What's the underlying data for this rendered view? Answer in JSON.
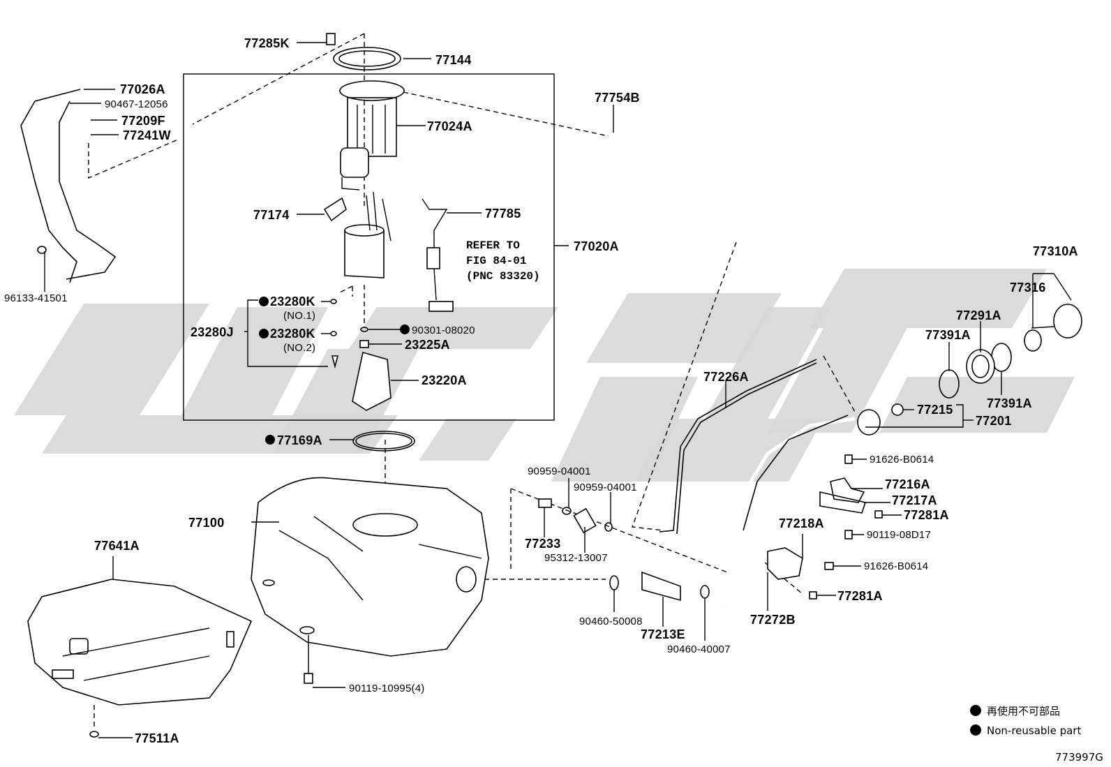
{
  "diagram_id": "773997G",
  "legend": {
    "line1": "再使用不可部品",
    "line2": "Non-reusable part"
  },
  "parts": {
    "p77285K": "77285K",
    "p77144": "77144",
    "p77026A": "77026A",
    "p90467": "90467-12056",
    "p77209F": "77209F",
    "p77241W": "77241W",
    "p77024A": "77024A",
    "p77754B": "77754B",
    "p77174": "77174",
    "p77785": "77785",
    "refer1": "REFER TO",
    "refer2": "FIG 84-01",
    "refer3": "(PNC 83320)",
    "p77020A": "77020A",
    "p96133": "96133-41501",
    "p23280K_1": "23280K",
    "no1": "(NO.1)",
    "p23280J": "23280J",
    "p23280K_2": "23280K",
    "no2": "(NO.2)",
    "p90301": "90301-08020",
    "p23225A": "23225A",
    "p23220A": "23220A",
    "p77310A": "77310A",
    "p77316": "77316",
    "p77291A": "77291A",
    "p77391A_1": "77391A",
    "p77391A_2": "77391A",
    "p77226A": "77226A",
    "p77215": "77215",
    "p77201": "77201",
    "p77169A": "77169A",
    "p91626_1": "91626-B0614",
    "p90959_1": "90959-04001",
    "p90959_2": "90959-04001",
    "p77216A": "77216A",
    "p77217A": "77217A",
    "p77281A_1": "77281A",
    "p77100": "77100",
    "p77218A": "77218A",
    "p90119_08": "90119-08D17",
    "p77233": "77233",
    "p95312": "95312-13007",
    "p91626_2": "91626-B0614",
    "p77641A": "77641A",
    "p77281A_2": "77281A",
    "p90460_5": "90460-50008",
    "p77213E": "77213E",
    "p90460_4": "90460-40007",
    "p77272B": "77272B",
    "p90119_10": "90119-10995(4)",
    "p77511A": "77511A"
  }
}
